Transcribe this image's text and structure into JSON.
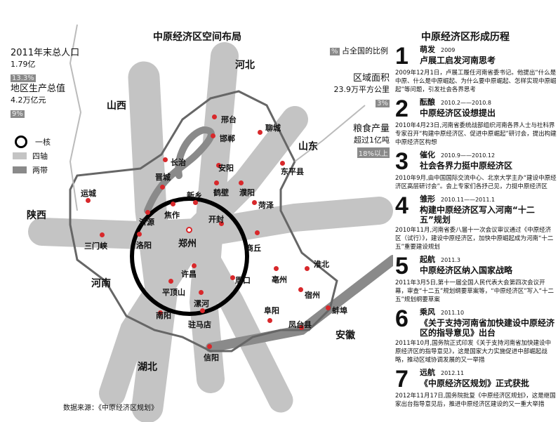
{
  "map_title": "中原经济区空间布局",
  "history_title": "中原经济区形成历程",
  "stats_left": [
    {
      "label": "2011年末总人口",
      "value": "1.79亿",
      "share": "13.3%"
    },
    {
      "label": "地区生产总值",
      "value": "4.2万亿元",
      "share": "9%"
    }
  ],
  "stats_right": [
    {
      "label": "区域面积",
      "value": "23.9万平方公里",
      "share": "3%"
    },
    {
      "label": "粮食产量",
      "value": "超过1亿吨",
      "share": "18%以上"
    }
  ],
  "share_legend": {
    "mark": "%",
    "text": "占全国的比例"
  },
  "legend": [
    {
      "label": "一核",
      "color": "#000000"
    },
    {
      "label": "四轴",
      "color": "#c4c4c4"
    },
    {
      "label": "两带",
      "color": "#8a8a8a"
    }
  ],
  "provinces": [
    "河北",
    "山西",
    "山东",
    "陕西",
    "河南",
    "安徽",
    "湖北"
  ],
  "cities": [
    "邢台",
    "邯郸",
    "聊城",
    "长治",
    "安阳",
    "东平县",
    "晋城",
    "鹤壁",
    "濮阳",
    "新乡",
    "菏泽",
    "运城",
    "焦作",
    "济源",
    "开封",
    "郑州",
    "三门峡",
    "洛阳",
    "商丘",
    "许昌",
    "淮北",
    "亳州",
    "宿州",
    "平顶山",
    "漯河",
    "周口",
    "蚌埠",
    "阜阳",
    "凤台县",
    "南阳",
    "驻马店",
    "信阳"
  ],
  "source": "数据来源：《中原经济区规划》",
  "steps": [
    {
      "num": "1",
      "kw": "萌发",
      "date": "2009",
      "head": "卢展工启发河南思考",
      "desc": "2009年12月1日，卢展工履任河南省委书记。他提出“什么是中原、什么是中原崛起、为什么要中原崛起、怎样实现中原崛起”等问题，引发社会各界思考"
    },
    {
      "num": "2",
      "kw": "酝酿",
      "date": "2010.2——2010.8",
      "head": "中原经济区设想提出",
      "desc": "2010年4月23日,河南省委统战部组织河南各界人士与社科界专家召开“构建中原经济区、促进中原崛起”研讨会，提出构建中原经济区构想"
    },
    {
      "num": "3",
      "kw": "催化",
      "date": "2010.9——2010.12",
      "head": "社会各界力挺中原经济区",
      "desc": "2010年9月,由中国国际交流中心、北京大学主办“建设中原经济区高层研讨会”。会上专家们各抒己见，力挺中原经济区"
    },
    {
      "num": "4",
      "kw": "雏形",
      "date": "2010.11——2011.1",
      "head": "构建中原经济区写入河南“十二五”规划",
      "desc": "2010年11月,河南省委八届十一次会议审议通过《中原经济区（试行）》，建设中原经济区，加快中原崛起成为河南“十二五”重要建设规划"
    },
    {
      "num": "5",
      "kw": "起航",
      "date": "2011.3",
      "head": "中原经济区纳入国家战略",
      "desc": "2011年3月5日,第十一届全国人民代表大会第四次会议开幕，审查“十二五”规划纲要草案等，“中原经济区”写入“十二五”规划纲要草案"
    },
    {
      "num": "6",
      "kw": "乘风",
      "date": "2011.10",
      "head": "《关于支持河南省加快建设中原经济区的指导意见》出台",
      "desc": "2011年10月,国务院正式印发《关于支持河南省加快建设中原经济区的指导意见》，这是国家大力实施促进中部崛起战略，推动区域协调发展的又一举措"
    },
    {
      "num": "7",
      "kw": "远航",
      "date": "2012.11",
      "head": "《中原经济区规划》正式获批",
      "desc": "2012年11月17日,国务院批复《中原经济区规划》，这是继国家出台指导意见后，推进中原经济区建设的又一重大举措"
    }
  ]
}
